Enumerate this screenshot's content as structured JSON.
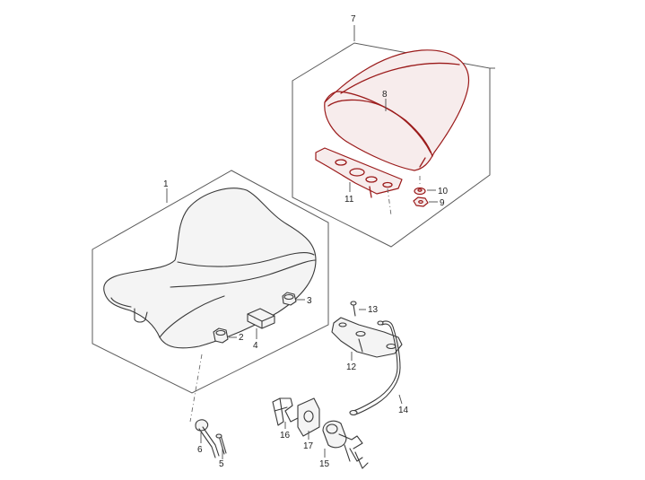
{
  "callouts": {
    "c1": "1",
    "c2": "2",
    "c3": "3",
    "c4": "4",
    "c5": "5",
    "c6": "6",
    "c7": "7",
    "c8": "8",
    "c9": "9",
    "c10": "10",
    "c11": "11",
    "c12": "12",
    "c13": "13",
    "c14": "14",
    "c15": "15",
    "c16": "16",
    "c17": "17"
  },
  "colors": {
    "highlight": "#9b1b1b",
    "line": "#3a3a3a"
  }
}
